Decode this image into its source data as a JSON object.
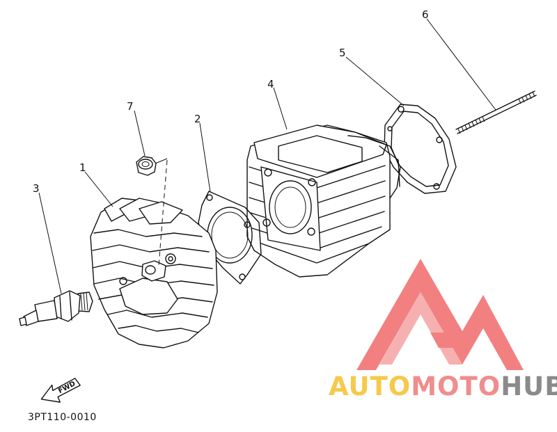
{
  "diagram": {
    "part_code": "3PT110-0010",
    "direction_label": "FWD",
    "callouts": [
      {
        "label": "1"
      },
      {
        "label": "2"
      },
      {
        "label": "3"
      },
      {
        "label": "4"
      },
      {
        "label": "5"
      },
      {
        "label": "6"
      },
      {
        "label": "7"
      }
    ]
  },
  "watermark": {
    "text_parts": [
      "AUTO",
      "MOTO",
      "HUB"
    ],
    "colors": {
      "auto": "#f6c94a",
      "moto": "#f08d8d",
      "hub": "#8a8a8a",
      "logo": "#f06a6a"
    }
  }
}
